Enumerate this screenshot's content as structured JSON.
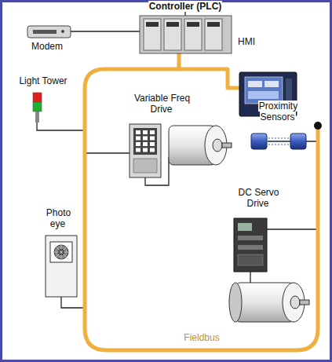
{
  "diagram": {
    "labels": [
      "Controller (PLC)",
      "HMI",
      "Modem",
      "Light Tower",
      "Variable Freq Drive",
      "Proximity Sensors",
      "Photo eye",
      "DC Servo Drive",
      "Fieldbus"
    ]
  }
}
